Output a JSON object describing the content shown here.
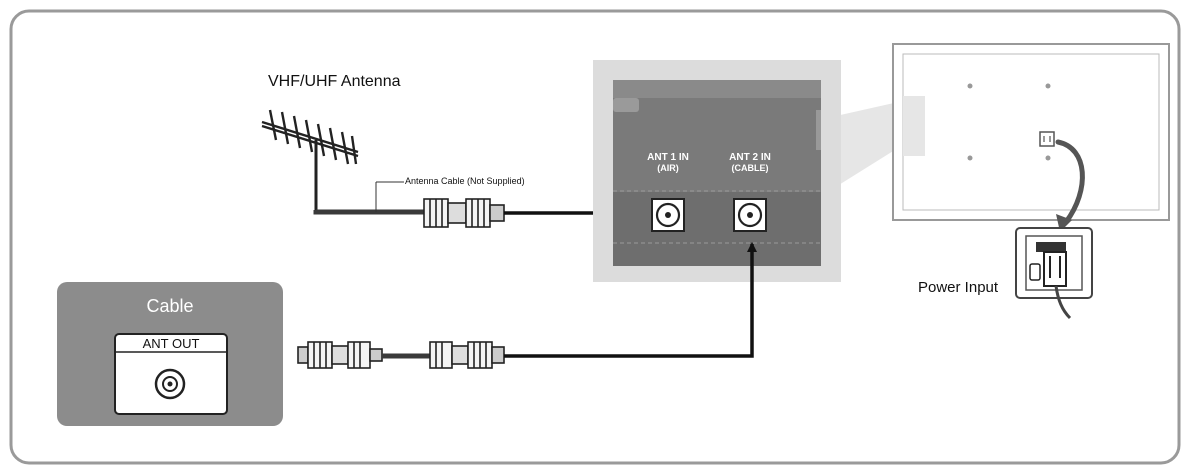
{
  "labels": {
    "antenna": "VHF/UHF Antenna",
    "antenna_cable": "Antenna Cable (Not Supplied)",
    "cable_box": "Cable",
    "ant_out": "ANT OUT",
    "ant1_line1": "ANT 1 IN",
    "ant1_line2": "(AIR)",
    "ant2_line1": "ANT 2 IN",
    "ant2_line2": "(CABLE)",
    "power_input": "Power Input"
  },
  "colors": {
    "frame": "#9a9a9a",
    "panel_bg": "#dcdcdc",
    "panel_dark": "#6e6e6e",
    "cable_box_bg": "#8c8c8c",
    "wire": "#2b2b2b"
  }
}
